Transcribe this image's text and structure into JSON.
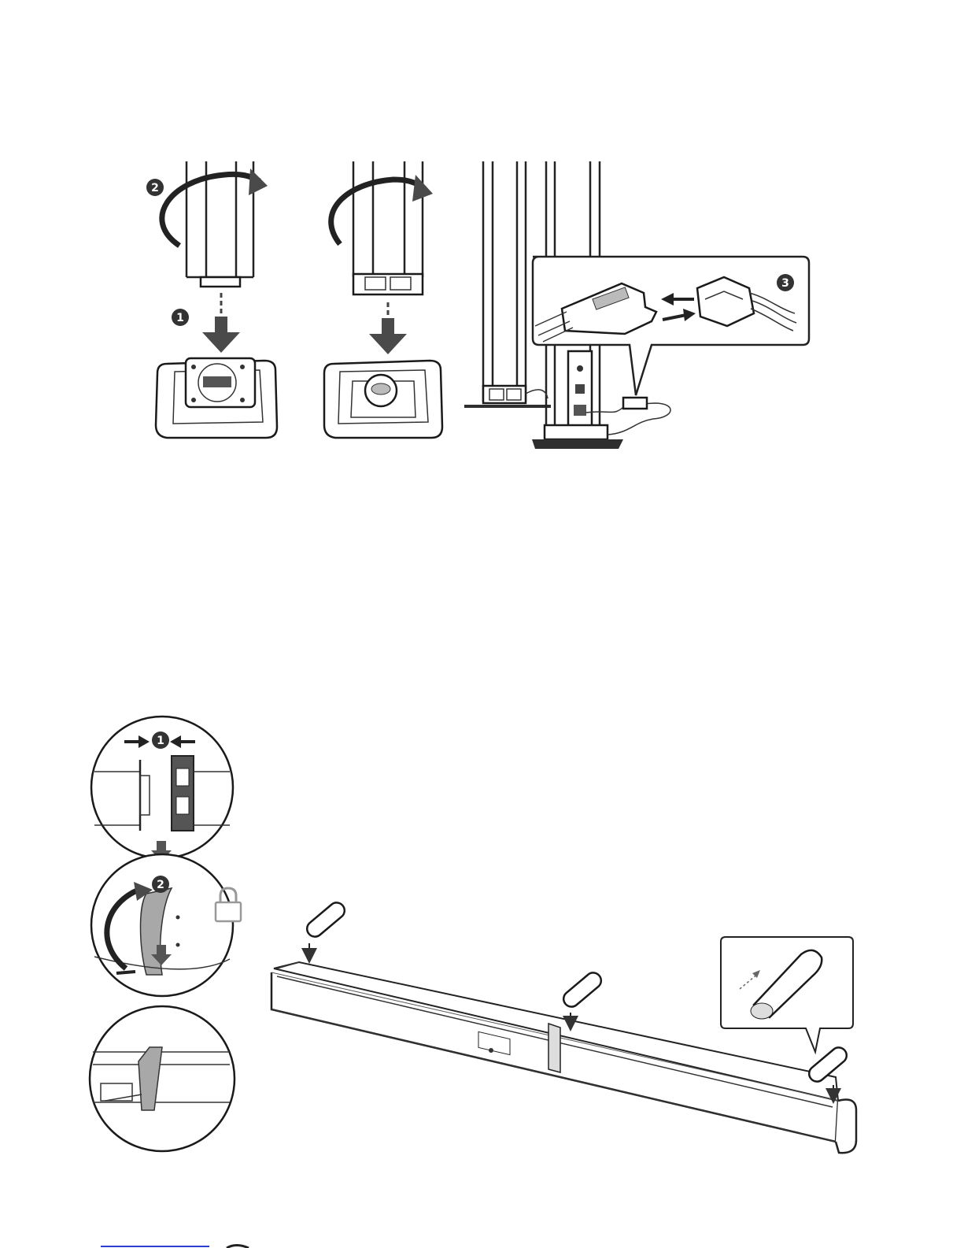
{
  "step_markers": {
    "top_insert": "1",
    "top_rotate": "2",
    "top_connect": "3",
    "bottom_align": "1",
    "bottom_rotate": "2"
  },
  "colors": {
    "line": "#222222",
    "arrow_fill": "#4a4a4a",
    "marker_fill": "#333333",
    "ground": "#2e2e2e",
    "strap": "#a8a8a8",
    "link": "#2a3fd1"
  },
  "icons": {
    "lock": "padlock-icon",
    "rotate": "curved-rotate-arrow",
    "push": "down-arrow"
  }
}
